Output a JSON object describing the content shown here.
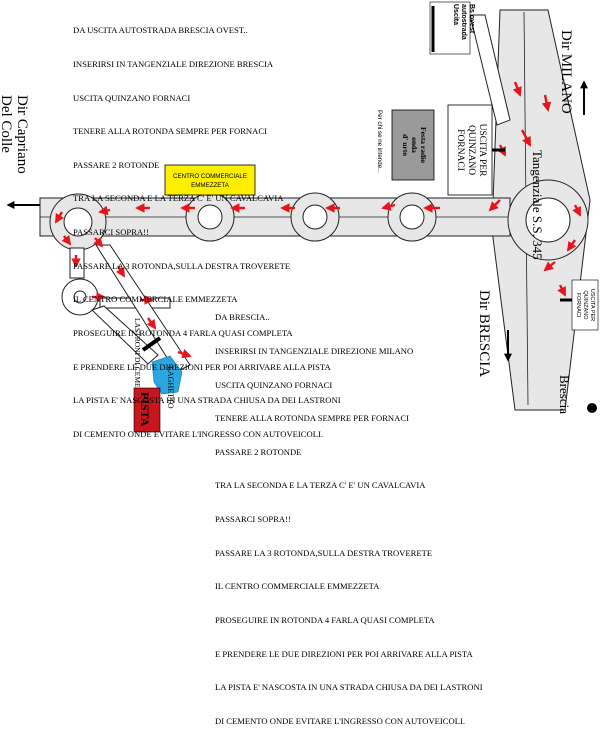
{
  "instructions_top": {
    "lines": [
      "DA USCITA AUTOSTRADA BRESCIA OVEST..",
      "INSERIRSI IN TANGENZIALE DIREZIONE BRESCIA",
      "USCITA QUINZANO FORNACI",
      "TENERE ALLA ROTONDA SEMPRE PER FORNACI",
      "PASSARE  2 ROTONDE",
      "TRA LA SECONDA E LA TERZA C' E' UN CAVALCAVIA",
      "PASSARCI SOPRA!!",
      "PASSARE LA 3 ROTONDA,SULLA DESTRA TROVERETE",
      "IL CENTRO COMMERCIALE EMMEZZETA",
      "PROSEGUIRE IN ROTONDA 4 FARLA QUASI COMPLETA",
      "E PRENDERE LE DUE DIREZIONI PER POI ARRIVARE ALLA PISTA",
      "LA PISTA E' NASCOSTA IN UNA STRADA CHIUSA DA DEI LASTRONI",
      "DI CEMENTO ONDE EVITARE L'INGRESSO CON AUTOVEICOLI."
    ]
  },
  "instructions_bottom": {
    "lines": [
      "DA BRESCIA..",
      "INSERIRSI IN TANGENZIALE DIREZIONE MILANO",
      "USCITA QUINZANO FORNACI",
      "TENERE ALLA ROTONDA SEMPRE PER FORNACI",
      "PASSARE  2 ROTONDE",
      "TRA LA SECONDA E LA TERZA C' E' UN CAVALCAVIA",
      "PASSARCI SOPRA!!",
      "PASSARE LA 3 ROTONDA,SULLA DESTRA TROVERETE",
      "IL CENTRO COMMERCIALE EMMEZZETA",
      "PROSEGUIRE IN ROTONDA 4 FARLA QUASI COMPLETA",
      "E PRENDERE LE DUE DIREZIONI PER POI ARRIVARE ALLA PISTA",
      "LA PISTA E' NASCOSTA IN UNA STRADA CHIUSA DA DEI LASTRONI",
      "DI CEMENTO ONDE EVITARE L'INGRESSO CON AUTOVEICOLI."
    ]
  },
  "labels": {
    "dir_milano": "Dir MILANO",
    "dir_brescia": "Dir BRESCIA",
    "tangenziale": "Tangenziale S.S. 345",
    "dir_capriano_1": "Dir Capriano",
    "dir_capriano_2": "Del Colle",
    "brescia": "Brescia",
    "uscita_autostrada_1": "Uscita",
    "uscita_autostrada_2": "autostrada",
    "uscita_autostrada_3": "Bs ovest",
    "uscita_quinzano_1": "USCITA PER",
    "uscita_quinzano_2": "QUINZANO",
    "uscita_quinzano_3": "FORNACI",
    "uscita_quinzano_small_1": "USCITA PER",
    "uscita_quinzano_small_2": "QUINZANO",
    "uscita_quinzano_small_3": "FORNACI",
    "festa_1": "Festa radio",
    "festa_2": "onda",
    "festa_3": "d' urto",
    "festa_note": "Per chi se ne intende...",
    "centro_commerciale_1": "CENTRO COMMERCIALE",
    "centro_commerciale_2": "EMMEZZETA",
    "lastroni": "LASTRONI DI CEMENTO",
    "laghetto": "LAGHETTO",
    "pista": "PISTA"
  },
  "colors": {
    "arrow_red": "#e8141c",
    "centro_yellow": "#ffee00",
    "festa_gray": "#9a9a9a",
    "laghetto_blue": "#2aa7e0",
    "pista_red": "#c9161e",
    "road_gray": "#e7e7e7"
  }
}
